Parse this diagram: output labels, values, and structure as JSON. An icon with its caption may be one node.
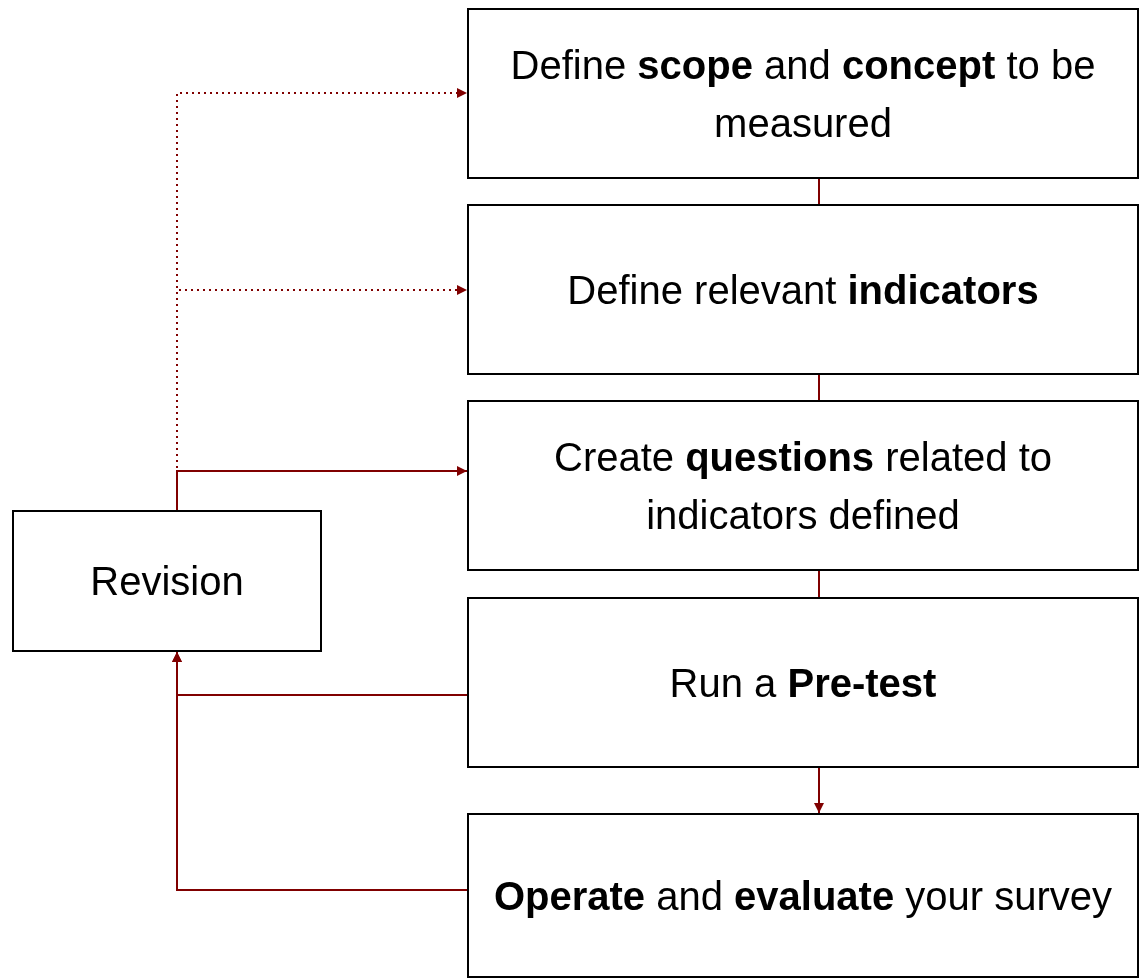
{
  "diagram": {
    "nodes": [
      {
        "text": [
          "Define **scope** and **concept** to be measured"
        ]
      },
      {
        "text": [
          "Define relevant **indicators**"
        ]
      },
      {
        "text": [
          "Create **questions** related to indicators defined"
        ]
      },
      {
        "text": [
          "Run a **Pre-test**"
        ]
      },
      {
        "text": [
          "**Operate** and **evaluate** your survey"
        ]
      },
      {
        "text": [
          "Revision"
        ]
      }
    ],
    "edges": [
      {
        "from": 0,
        "to": 1,
        "arrow": "none"
      },
      {
        "from": 1,
        "to": 2,
        "arrow": "none"
      },
      {
        "from": 2,
        "to": 3,
        "arrow": "none"
      },
      {
        "from": 3,
        "to": 4,
        "arrow": "to"
      },
      {
        "from": 5,
        "to": 2,
        "arrow": "to"
      },
      {
        "from": 5,
        "to": 1,
        "arrow": "to",
        "style": "dashed"
      },
      {
        "from": 5,
        "to": 0,
        "arrow": "to",
        "style": "dashed"
      },
      {
        "from": 3,
        "to": 5,
        "arrow": "to"
      },
      {
        "from": 4,
        "to": 5,
        "arrow": "to"
      }
    ]
  }
}
